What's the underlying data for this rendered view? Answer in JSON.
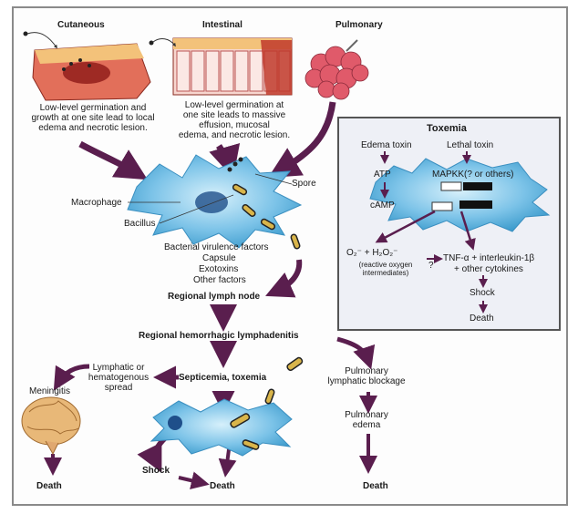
{
  "routes": {
    "cutaneous": {
      "title": "Cutaneous",
      "desc": [
        "Low-level germination and",
        "growth at one site lead to local",
        "edema and necrotic lesion."
      ]
    },
    "intestinal": {
      "title": "Intestinal",
      "desc": [
        "Low-level germination at",
        "one site leads to massive",
        "effusion, mucosal",
        "edema, and necrotic lesion."
      ]
    },
    "pulmonary": {
      "title": "Pulmonary"
    }
  },
  "macrophage": {
    "spore": "Spore",
    "macrophage": "Macrophage",
    "bacillus": "Bacillus",
    "factors": {
      "title": "Bacterial virulence factors",
      "items": [
        "Capsule",
        "Exotoxins",
        "Other factors"
      ]
    }
  },
  "flow": {
    "regional_lymph_node": "Regional lymph node",
    "lymphadenitis": "Regional hemorrhagic lymphadenitis",
    "septicemia": "Septicemia, toxemia",
    "spread": [
      "Lymphatic or",
      "hematogenous",
      "spread"
    ],
    "meningitis": "Meningitis",
    "pulmonary_blockage": [
      "Pulmonary",
      "lymphatic blockage"
    ],
    "pulmonary_edema": [
      "Pulmonary",
      "edema"
    ],
    "shock": "Shock",
    "death_meningitis": "Death",
    "death_shock": "Death",
    "death_edema": "Death"
  },
  "toxemia": {
    "title": "Toxemia",
    "edema_toxin": "Edema toxin",
    "lethal_toxin": "Lethal toxin",
    "atp": "ATP",
    "camp": "cAMP",
    "mapkk": "MAPKK(? or others)",
    "ros": "O₂⁻ + H₂O₂⁻",
    "ros_note": [
      "(reactive oxygen",
      "intermediates)"
    ],
    "question": "?",
    "tnf": "TNF-α + interleukin-1β",
    "cytokines": "+ other cytokines",
    "shock": "Shock",
    "death": "Death"
  },
  "colors": {
    "arrow": "#5a1e4e",
    "cell": "#7cc3e8",
    "tissue": "#d9534f",
    "brain": "#e8b878"
  }
}
